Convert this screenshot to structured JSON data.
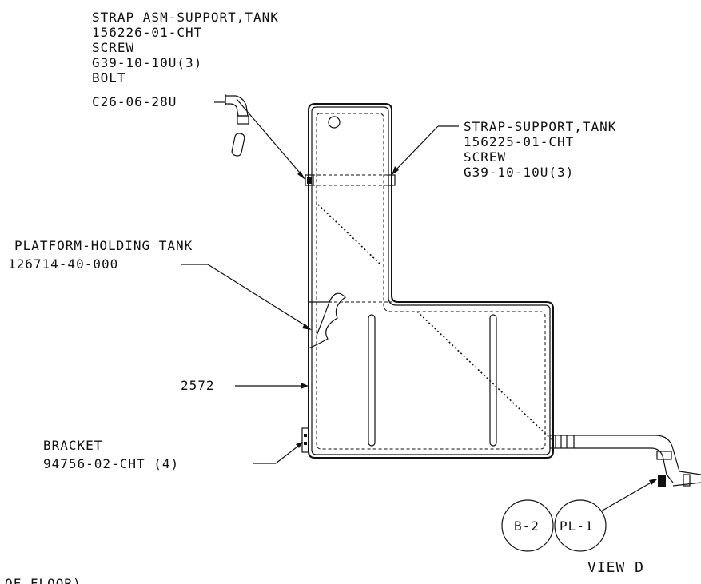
{
  "callouts": {
    "strap_asm": {
      "line1": "STRAP ASM-SUPPORT,TANK",
      "line2": "156226-01-CHT",
      "line3": "SCREW",
      "line4": "G39-10-10U(3)",
      "line5": "BOLT",
      "line6": "C26-06-28U"
    },
    "strap_support": {
      "line1": "STRAP-SUPPORT,TANK",
      "line2": "156225-01-CHT",
      "line3": "SCREW",
      "line4": "G39-10-10U(3)"
    },
    "platform": {
      "line1": "PLATFORM-HOLDING TANK",
      "line2": "126714-40-000"
    },
    "tank_label": "2572",
    "bracket": {
      "line1": "BRACKET",
      "line2": "94756-02-CHT (4)"
    }
  },
  "bubbles": {
    "left": "B-2",
    "right": "PL-1"
  },
  "view_label": "VIEW D",
  "cut_text": "OF FLOOR)"
}
